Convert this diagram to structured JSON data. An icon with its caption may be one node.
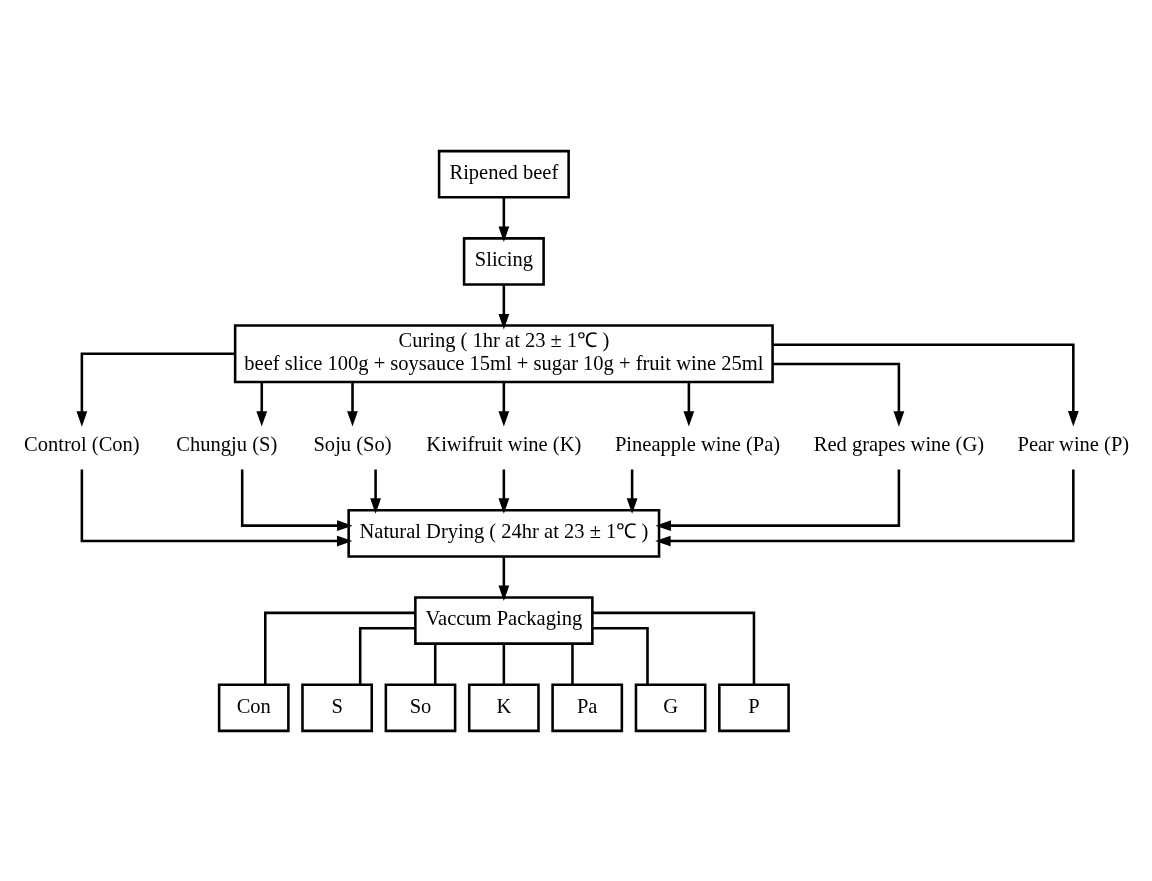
{
  "diagram": {
    "nodes": [
      {
        "text": [
          "Ripened beef"
        ]
      },
      {
        "text": [
          "Slicing"
        ]
      },
      {
        "text": [
          "Curing ( 1hr at 23 ± 1℃ )",
          "beef slice 100g + soysauce 15ml + sugar 10g + fruit wine 25ml"
        ]
      },
      {
        "text": [
          "Control (Con)"
        ]
      },
      {
        "text": [
          "Chungju (S)"
        ]
      },
      {
        "text": [
          "Soju (So)"
        ]
      },
      {
        "text": [
          "Kiwifruit wine (K)"
        ]
      },
      {
        "text": [
          "Pineapple wine (Pa)"
        ]
      },
      {
        "text": [
          "Red grapes wine (G)"
        ]
      },
      {
        "text": [
          "Pear wine (P)"
        ]
      },
      {
        "text": [
          "Natural Drying ( 24hr at 23 ± 1℃ )"
        ]
      },
      {
        "text": [
          "Vaccum Packaging"
        ]
      },
      {
        "text": [
          "Con"
        ]
      },
      {
        "text": [
          "S"
        ]
      },
      {
        "text": [
          "So"
        ]
      },
      {
        "text": [
          "K"
        ]
      },
      {
        "text": [
          "Pa"
        ]
      },
      {
        "text": [
          "G"
        ]
      },
      {
        "text": [
          "P"
        ]
      }
    ],
    "edges": [
      {
        "from": 0,
        "to": 1,
        "arrow": "to"
      },
      {
        "from": 1,
        "to": 2,
        "arrow": "to"
      },
      {
        "from": 2,
        "to": 3,
        "arrow": "to"
      },
      {
        "from": 2,
        "to": 4,
        "arrow": "to"
      },
      {
        "from": 2,
        "to": 5,
        "arrow": "to"
      },
      {
        "from": 2,
        "to": 6,
        "arrow": "to"
      },
      {
        "from": 2,
        "to": 7,
        "arrow": "to"
      },
      {
        "from": 2,
        "to": 8,
        "arrow": "to"
      },
      {
        "from": 2,
        "to": 9,
        "arrow": "to"
      },
      {
        "from": 3,
        "to": 10,
        "arrow": "to"
      },
      {
        "from": 4,
        "to": 10,
        "arrow": "to"
      },
      {
        "from": 5,
        "to": 10,
        "arrow": "to"
      },
      {
        "from": 6,
        "to": 10,
        "arrow": "to"
      },
      {
        "from": 7,
        "to": 10,
        "arrow": "to"
      },
      {
        "from": 8,
        "to": 10,
        "arrow": "to"
      },
      {
        "from": 9,
        "to": 10,
        "arrow": "to"
      },
      {
        "from": 10,
        "to": 11,
        "arrow": "to"
      },
      {
        "from": 11,
        "to": 12,
        "arrow": "none"
      },
      {
        "from": 11,
        "to": 13,
        "arrow": "none"
      },
      {
        "from": 11,
        "to": 14,
        "arrow": "none"
      },
      {
        "from": 11,
        "to": 15,
        "arrow": "none"
      },
      {
        "from": 11,
        "to": 16,
        "arrow": "none"
      },
      {
        "from": 11,
        "to": 17,
        "arrow": "none"
      },
      {
        "from": 11,
        "to": 18,
        "arrow": "none"
      }
    ]
  }
}
